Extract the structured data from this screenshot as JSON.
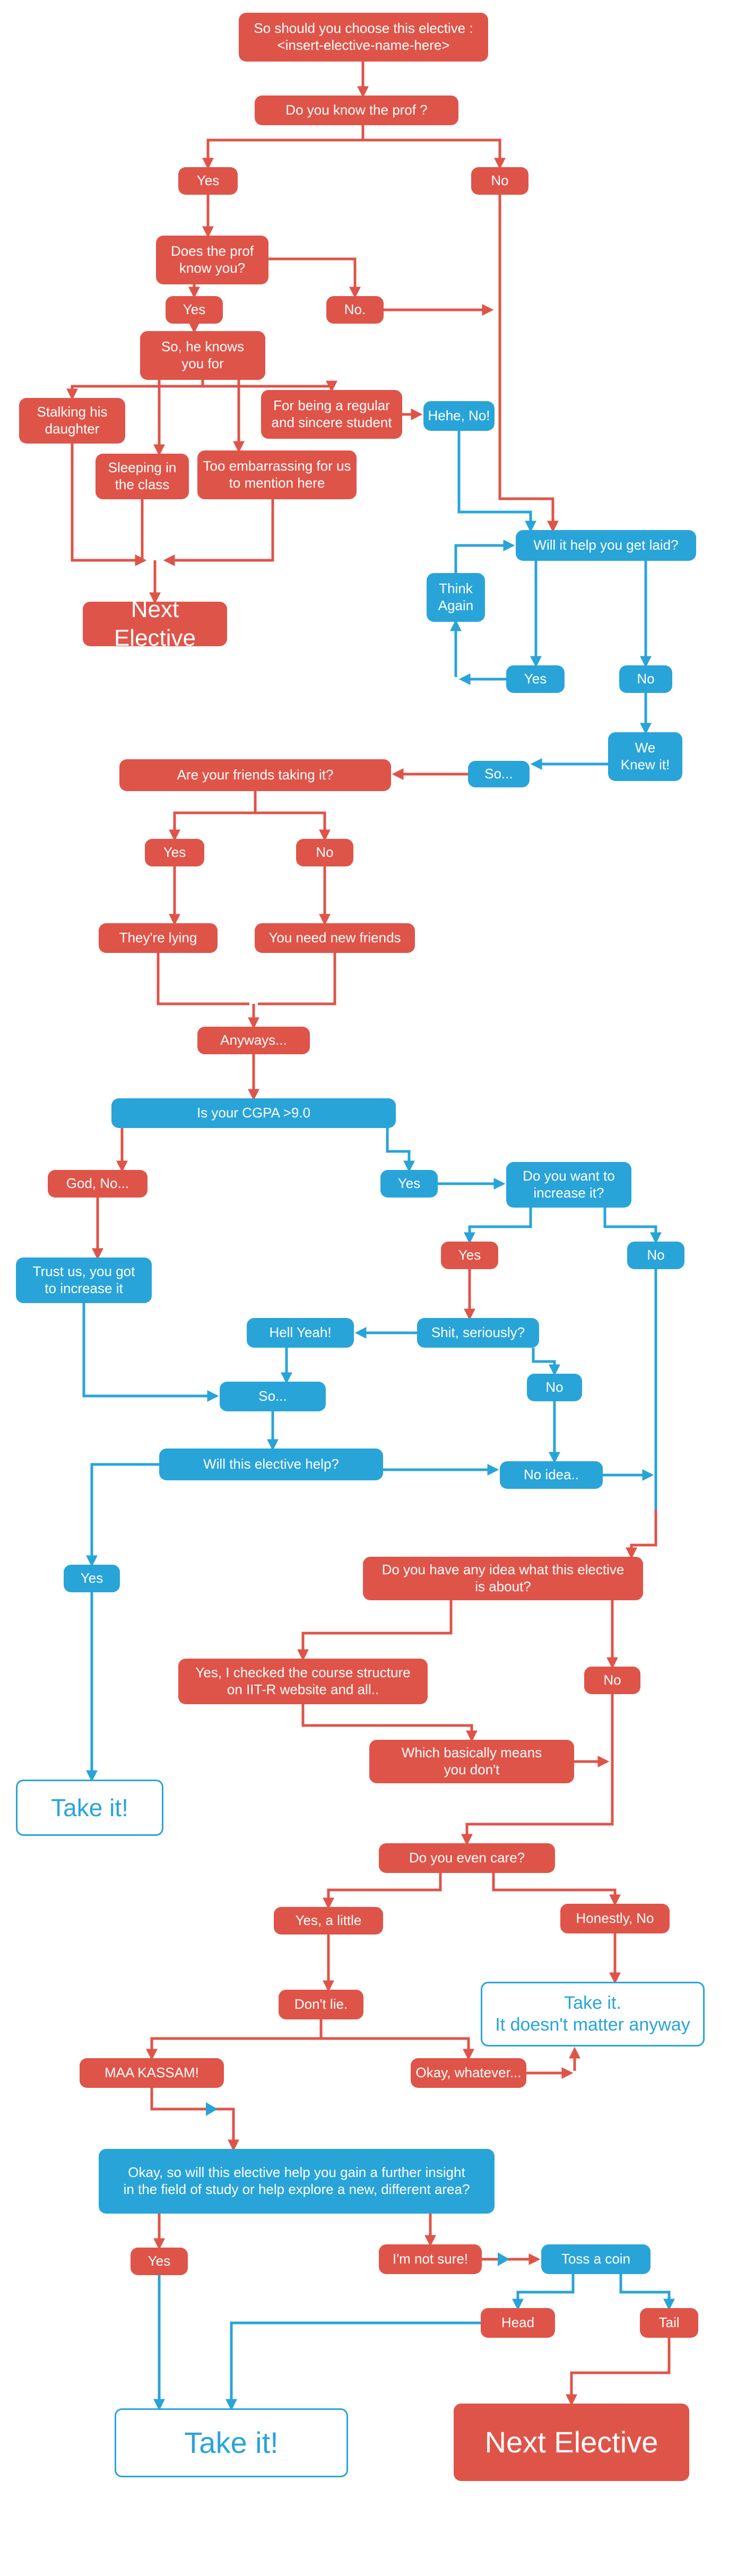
{
  "colors": {
    "red": "#df5449",
    "blue": "#29a4d9",
    "background": "#ffffff"
  },
  "nodes": {
    "title": {
      "label": "So should you choose this elective :\n<insert-elective-name-here>"
    },
    "know-prof": {
      "label": "Do you know the prof ?"
    },
    "yes-know": {
      "label": "Yes"
    },
    "no-know": {
      "label": "No"
    },
    "prof-know-you": {
      "label": "Does the prof\nknow you?"
    },
    "yes-prof-knows": {
      "label": "Yes"
    },
    "no-prof-knows": {
      "label": "No."
    },
    "knows-you-for": {
      "label": "So, he knows\nyou for"
    },
    "stalking": {
      "label": "Stalking his\ndaughter"
    },
    "regular-student": {
      "label": "For being a regular\nand sincere student"
    },
    "hehe-no": {
      "label": "Hehe, No!"
    },
    "sleeping": {
      "label": "Sleeping in\nthe class"
    },
    "embarrassing": {
      "label": "Too embarrassing for us\nto mention here"
    },
    "get-laid": {
      "label": "Will it help you get laid?"
    },
    "think-again": {
      "label": "Think\nAgain"
    },
    "next-elective-1": {
      "label": "Next Elective"
    },
    "yes-laid": {
      "label": "Yes"
    },
    "no-laid": {
      "label": "No"
    },
    "we-knew-it": {
      "label": "We\nKnew it!"
    },
    "so-1": {
      "label": "So..."
    },
    "friends-taking": {
      "label": "Are your friends taking it?"
    },
    "yes-friends": {
      "label": "Yes"
    },
    "no-friends": {
      "label": "No"
    },
    "theyre-lying": {
      "label": "They're lying"
    },
    "new-friends": {
      "label": "You need new friends"
    },
    "anyways": {
      "label": "Anyways..."
    },
    "cgpa": {
      "label": "Is your CGPA >9.0"
    },
    "god-no": {
      "label": "God, No..."
    },
    "yes-cgpa": {
      "label": "Yes"
    },
    "increase-it": {
      "label": "Do you want to\nincrease it?"
    },
    "trust-us": {
      "label": "Trust us, you got\nto increase it"
    },
    "yes-increase": {
      "label": "Yes"
    },
    "no-increase": {
      "label": "No"
    },
    "hell-yeah": {
      "label": "Hell Yeah!"
    },
    "shit-seriously": {
      "label": "Shit, seriously?"
    },
    "no-shit": {
      "label": "No"
    },
    "so-2": {
      "label": "So..."
    },
    "elective-help": {
      "label": "Will this elective help?"
    },
    "no-idea": {
      "label": "No idea.."
    },
    "yes-help": {
      "label": "Yes"
    },
    "any-idea": {
      "label": "Do you have any idea what this elective\nis about?"
    },
    "checked-structure": {
      "label": "Yes, I checked the course structure\non IIT-R website and all.."
    },
    "no-idea-about": {
      "label": "No"
    },
    "basically": {
      "label": "Which basically means\nyou don't"
    },
    "take-it-1": {
      "label": "Take it!"
    },
    "even-care": {
      "label": "Do you even care?"
    },
    "yes-little": {
      "label": "Yes, a little"
    },
    "honestly-no": {
      "label": "Honestly, No"
    },
    "dont-lie": {
      "label": "Don't lie."
    },
    "take-it-2": {
      "label": "Take it.\nIt doesn't matter anyway"
    },
    "maa-kassam": {
      "label": "MAA KASSAM!"
    },
    "okay-whatever": {
      "label": "Okay, whatever..."
    },
    "big-question": {
      "label": "Okay, so will this elective help you gain a further insight\nin the field of study or help explore a new,  different area?"
    },
    "yes-final": {
      "label": "Yes"
    },
    "not-sure": {
      "label": "I'm not sure!"
    },
    "toss-coin": {
      "label": "Toss a coin"
    },
    "head": {
      "label": "Head"
    },
    "tail": {
      "label": "Tail"
    },
    "take-it-3": {
      "label": "Take it!"
    },
    "next-elective-2": {
      "label": "Next Elective"
    }
  }
}
